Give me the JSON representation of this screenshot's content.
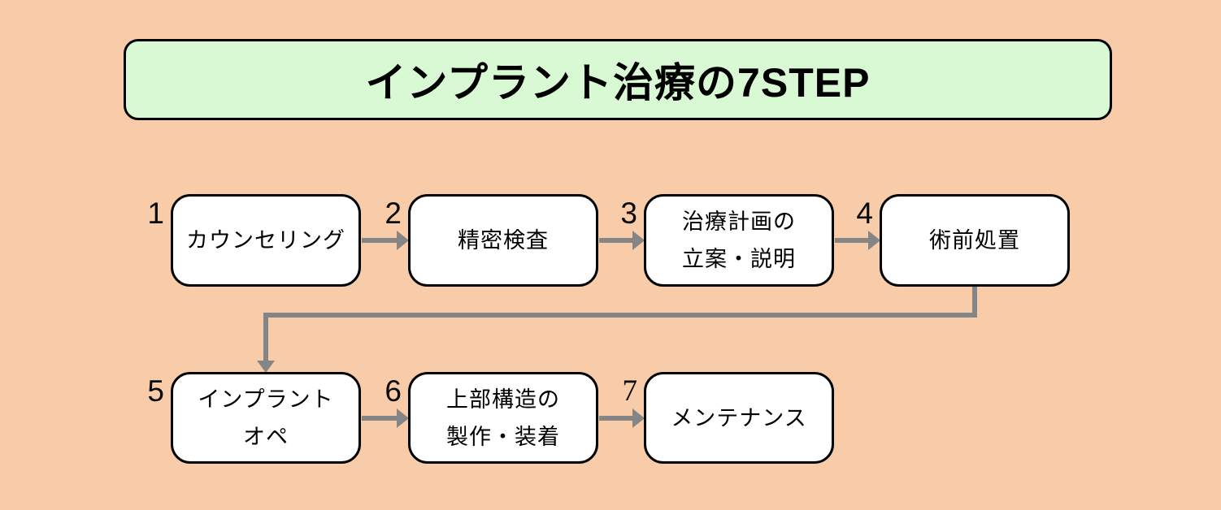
{
  "title": "インプラント治療の7STEP",
  "steps": [
    {
      "number": "1",
      "label": "カウンセリング"
    },
    {
      "number": "2",
      "label": "精密検査"
    },
    {
      "number": "3",
      "label": "治療計画の\n立案・説明"
    },
    {
      "number": "4",
      "label": "術前処置"
    },
    {
      "number": "5",
      "label": "インプラント\nオペ"
    },
    {
      "number": "6",
      "label": "上部構造の\n製作・装着"
    },
    {
      "number": "7",
      "label": "メンテナンス"
    }
  ],
  "colors": {
    "bg": "#F8CCA9",
    "banner": "#D9F8D4",
    "box": "#FFFFFF",
    "line": "#000000",
    "arrow": "#858585"
  }
}
